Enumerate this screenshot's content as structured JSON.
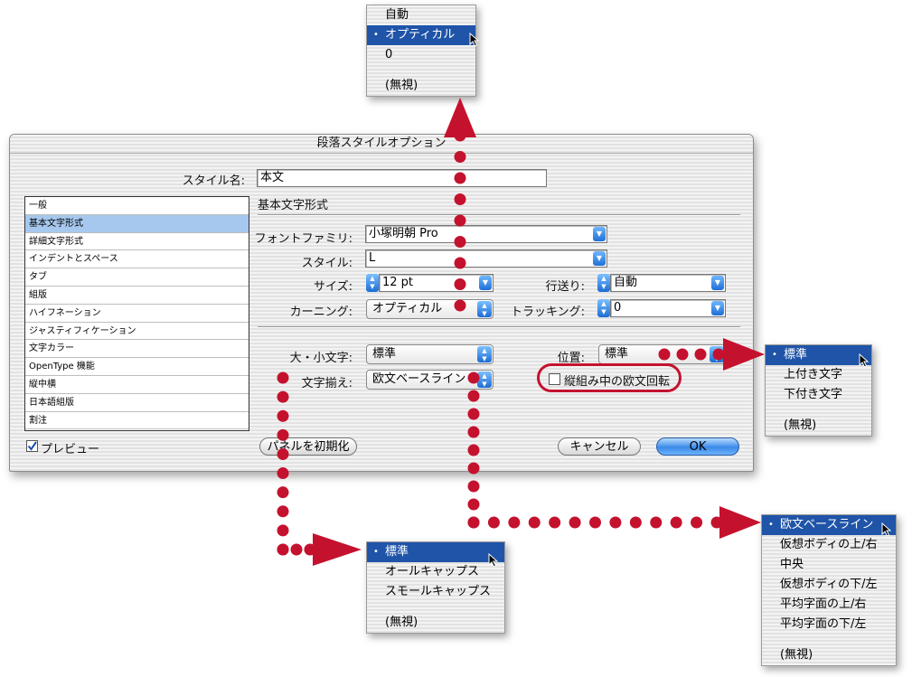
{
  "dialog": {
    "title": "段落スタイルオプション",
    "style_name_label": "スタイル名:",
    "style_name_value": "本文",
    "categories": [
      "一般",
      "基本文字形式",
      "詳細文字形式",
      "インデントとスペース",
      "タブ",
      "組版",
      "ハイフネーション",
      "ジャスティフィケーション",
      "文字カラー",
      "OpenType 機能",
      "縦中横",
      "日本語組版",
      "割注"
    ],
    "selected_category_index": 1,
    "section_title": "基本文字形式",
    "font_family_label": "フォントファミリ:",
    "font_family_value": "小塚明朝 Pro",
    "style_label": "スタイル:",
    "style_value": "L",
    "size_label": "サイズ:",
    "size_value": "12 pt",
    "leading_label": "行送り:",
    "leading_value": "自動",
    "kerning_label": "カーニング:",
    "kerning_value": "オプティカル",
    "tracking_label": "トラッキング:",
    "tracking_value": "0",
    "case_label": "大・小文字:",
    "case_value": "標準",
    "position_label": "位置:",
    "position_value": "標準",
    "alignment_label": "文字揃え:",
    "alignment_value": "欧文ベースライン",
    "rotate_checkbox_label": "縦組み中の欧文回転",
    "rotate_checked": false,
    "preview_label": "プレビュー",
    "preview_checked": true,
    "reset_button": "パネルを初期化",
    "cancel_button": "キャンセル",
    "ok_button": "OK"
  },
  "menus": {
    "kerning": {
      "items": [
        "自動",
        "オプティカル",
        "0",
        "",
        "(無視)"
      ],
      "selected": "オプティカル"
    },
    "position": {
      "items": [
        "標準",
        "上付き文字",
        "下付き文字",
        "",
        "(無視)"
      ],
      "selected": "標準"
    },
    "case": {
      "items": [
        "標準",
        "オールキャップス",
        "スモールキャップス",
        "",
        "(無視)"
      ],
      "selected": "標準"
    },
    "alignment": {
      "items": [
        "欧文ベースライン",
        "仮想ボディの上/右",
        "中央",
        "仮想ボディの下/左",
        "平均字面の上/右",
        "平均字面の下/左",
        "",
        "(無視)"
      ],
      "selected": "欧文ベースライン"
    }
  },
  "colors": {
    "annotation": "#c4122e",
    "highlight": "#1f54a8",
    "list_selection": "#a6c8ee"
  },
  "icons": {
    "combo_arrow": "chevron-down-icon",
    "stepper": "up-down-stepper-icon",
    "pointer": "mouse-pointer-icon",
    "checkmark": "checkmark-icon",
    "bullet": "bullet-icon"
  }
}
